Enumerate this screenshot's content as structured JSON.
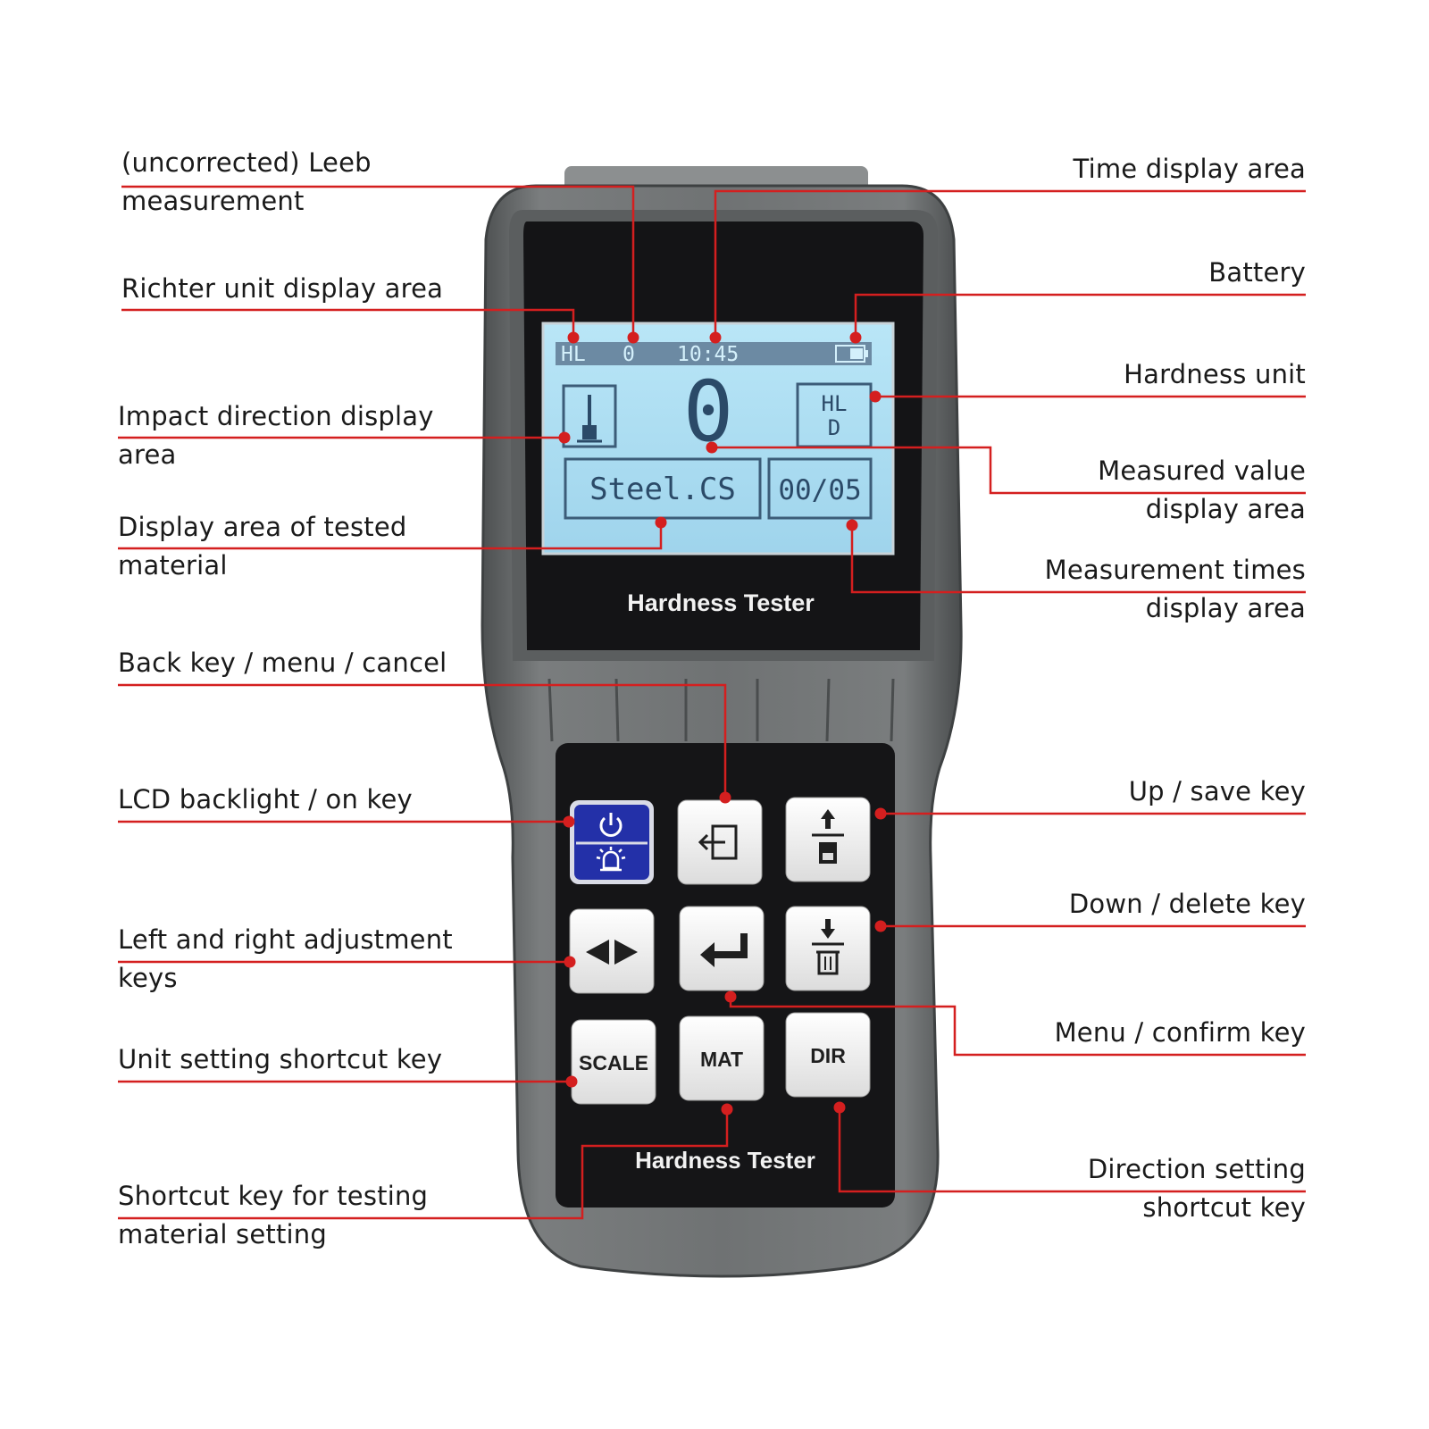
{
  "device": {
    "brand_screen": "Hardness Tester",
    "brand_keypad": "Hardness Tester",
    "colors": {
      "body": "#6b6e6f",
      "bezel": "#141416",
      "lcd": "#a9dcf2",
      "leader": "#d41f1f",
      "power_key": "#1f2fa6"
    }
  },
  "lcd": {
    "status_unit": "HL",
    "status_count": "0",
    "status_time": "10:45",
    "hardness_unit_line1": "HL",
    "hardness_unit_line2": "D",
    "value": "0",
    "material": "Steel.CS",
    "times": "00/05"
  },
  "keys": {
    "power": {
      "top_icon": "power-icon",
      "bottom_icon": "backlight-icon"
    },
    "back": {
      "icon": "exit-icon"
    },
    "up_save": {
      "icon": "up-save-icon"
    },
    "left_right": {
      "icon": "left-right-arrows-icon"
    },
    "enter": {
      "icon": "enter-icon"
    },
    "down_delete": {
      "icon": "down-delete-icon"
    },
    "scale": "SCALE",
    "mat": "MAT",
    "dir": "DIR"
  },
  "labels": {
    "leeb": [
      "(uncorrected) Leeb",
      "measurement"
    ],
    "richter": [
      "Richter unit display area"
    ],
    "impact": [
      "Impact direction display",
      "area"
    ],
    "material_area": [
      "Display area of tested",
      "material"
    ],
    "back_key": [
      "Back key / menu / cancel"
    ],
    "backlight_key": [
      "LCD backlight / on key"
    ],
    "lr_keys": [
      "Left and right adjustment",
      "keys"
    ],
    "unit_key": [
      "Unit setting shortcut key"
    ],
    "material_key": [
      "Shortcut key for testing",
      "material setting"
    ],
    "time_area": [
      "Time display area"
    ],
    "battery": [
      "Battery"
    ],
    "hardness_unit": [
      "Hardness unit"
    ],
    "measured_value": [
      "Measured value",
      "display area"
    ],
    "times_area": [
      "Measurement times",
      "display area"
    ],
    "up_save": [
      "Up / save key"
    ],
    "down_delete": [
      "Down / delete key"
    ],
    "menu_confirm": [
      "Menu / confirm key"
    ],
    "direction_key": [
      "Direction setting",
      "shortcut key"
    ]
  }
}
